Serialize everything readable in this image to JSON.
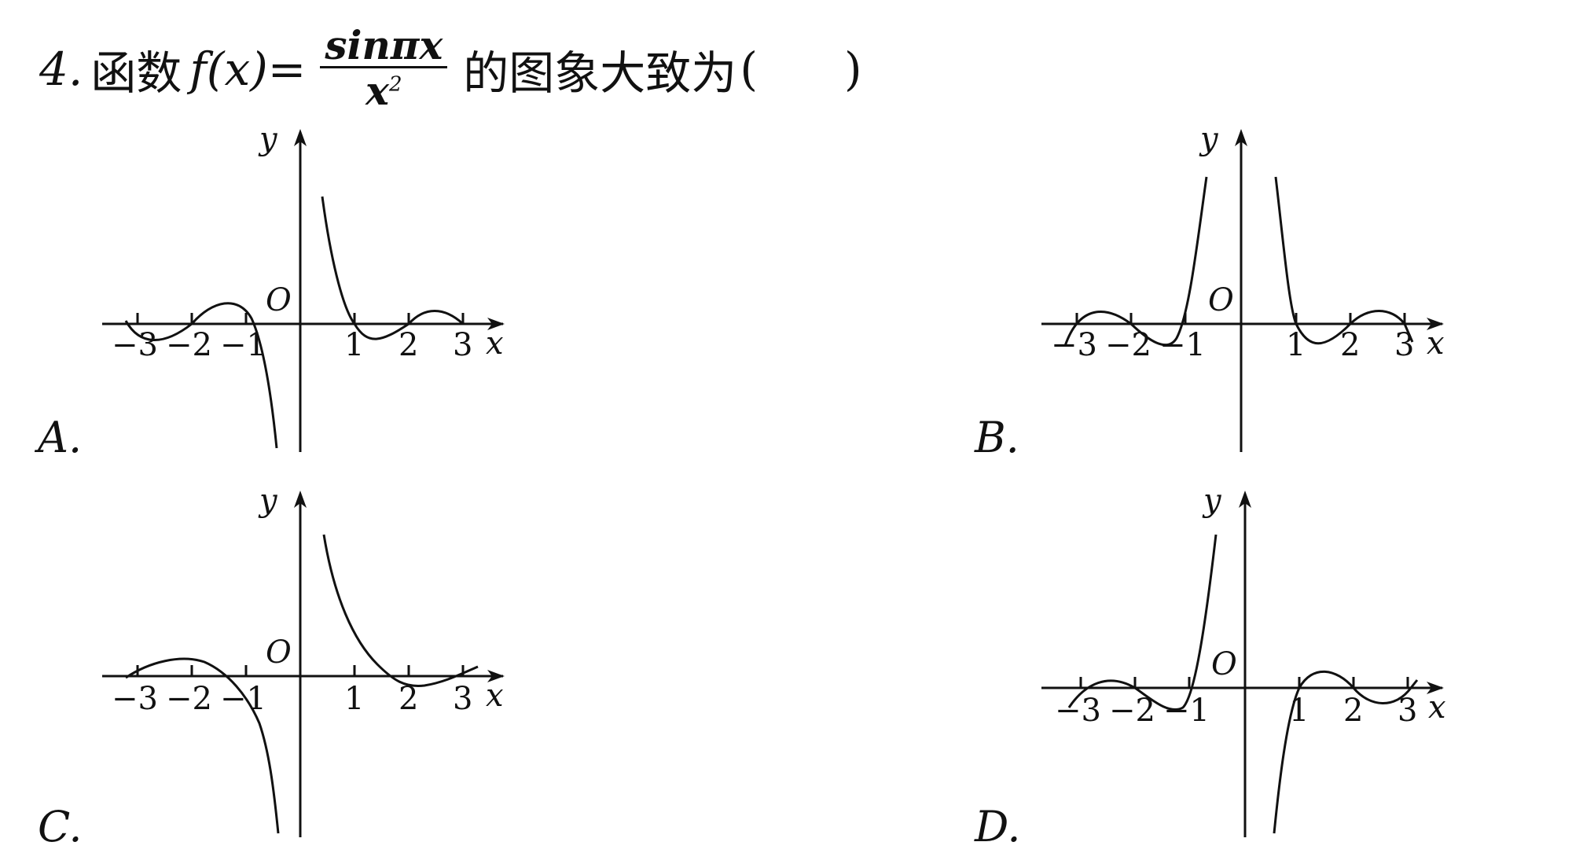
{
  "question": {
    "number": "4.",
    "lead": "函数",
    "func": "f(x)=",
    "numerator": "sinπx",
    "denominator": "x",
    "exponent": "2",
    "rest": "的图象大致为",
    "open_paren": "(",
    "close_paren": ")"
  },
  "choices": [
    {
      "label": "A."
    },
    {
      "label": "B."
    },
    {
      "label": "C."
    },
    {
      "label": "D."
    }
  ],
  "axis": {
    "x_name": "x",
    "y_name": "y",
    "origin": "O",
    "ticks": [
      "−3",
      "−2",
      "−1",
      "1",
      "2",
      "3"
    ]
  }
}
